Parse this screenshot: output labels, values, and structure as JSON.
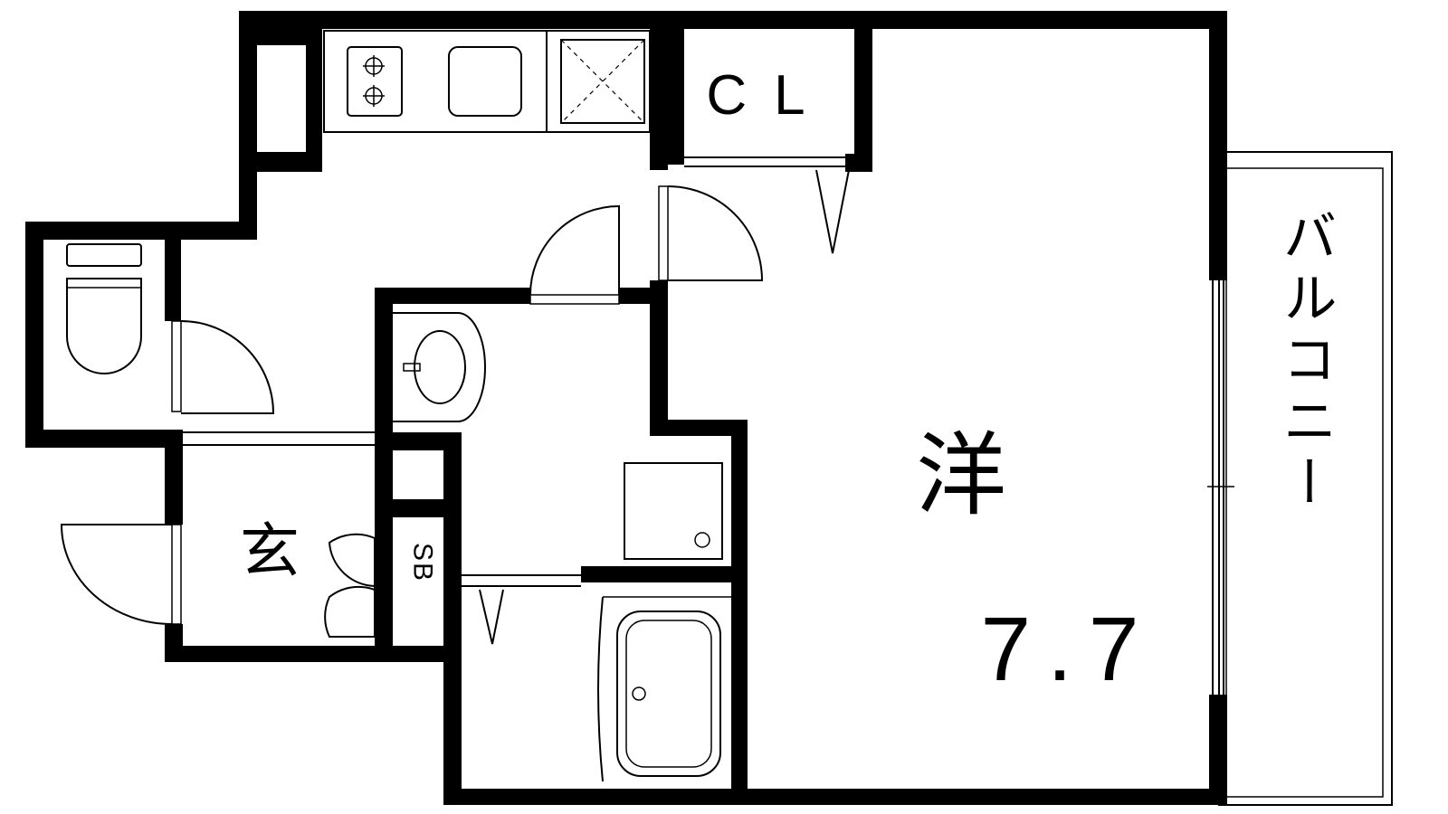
{
  "floorplan": {
    "rooms": {
      "western_room": {
        "label": "洋",
        "size": "7.7"
      },
      "closet": {
        "label": "CL"
      },
      "entrance": {
        "label": "玄"
      },
      "shoe_box": {
        "label": "SB"
      },
      "balcony": {
        "label": "バルコニー"
      }
    },
    "colors": {
      "line": "#000000",
      "background": "#ffffff"
    }
  }
}
